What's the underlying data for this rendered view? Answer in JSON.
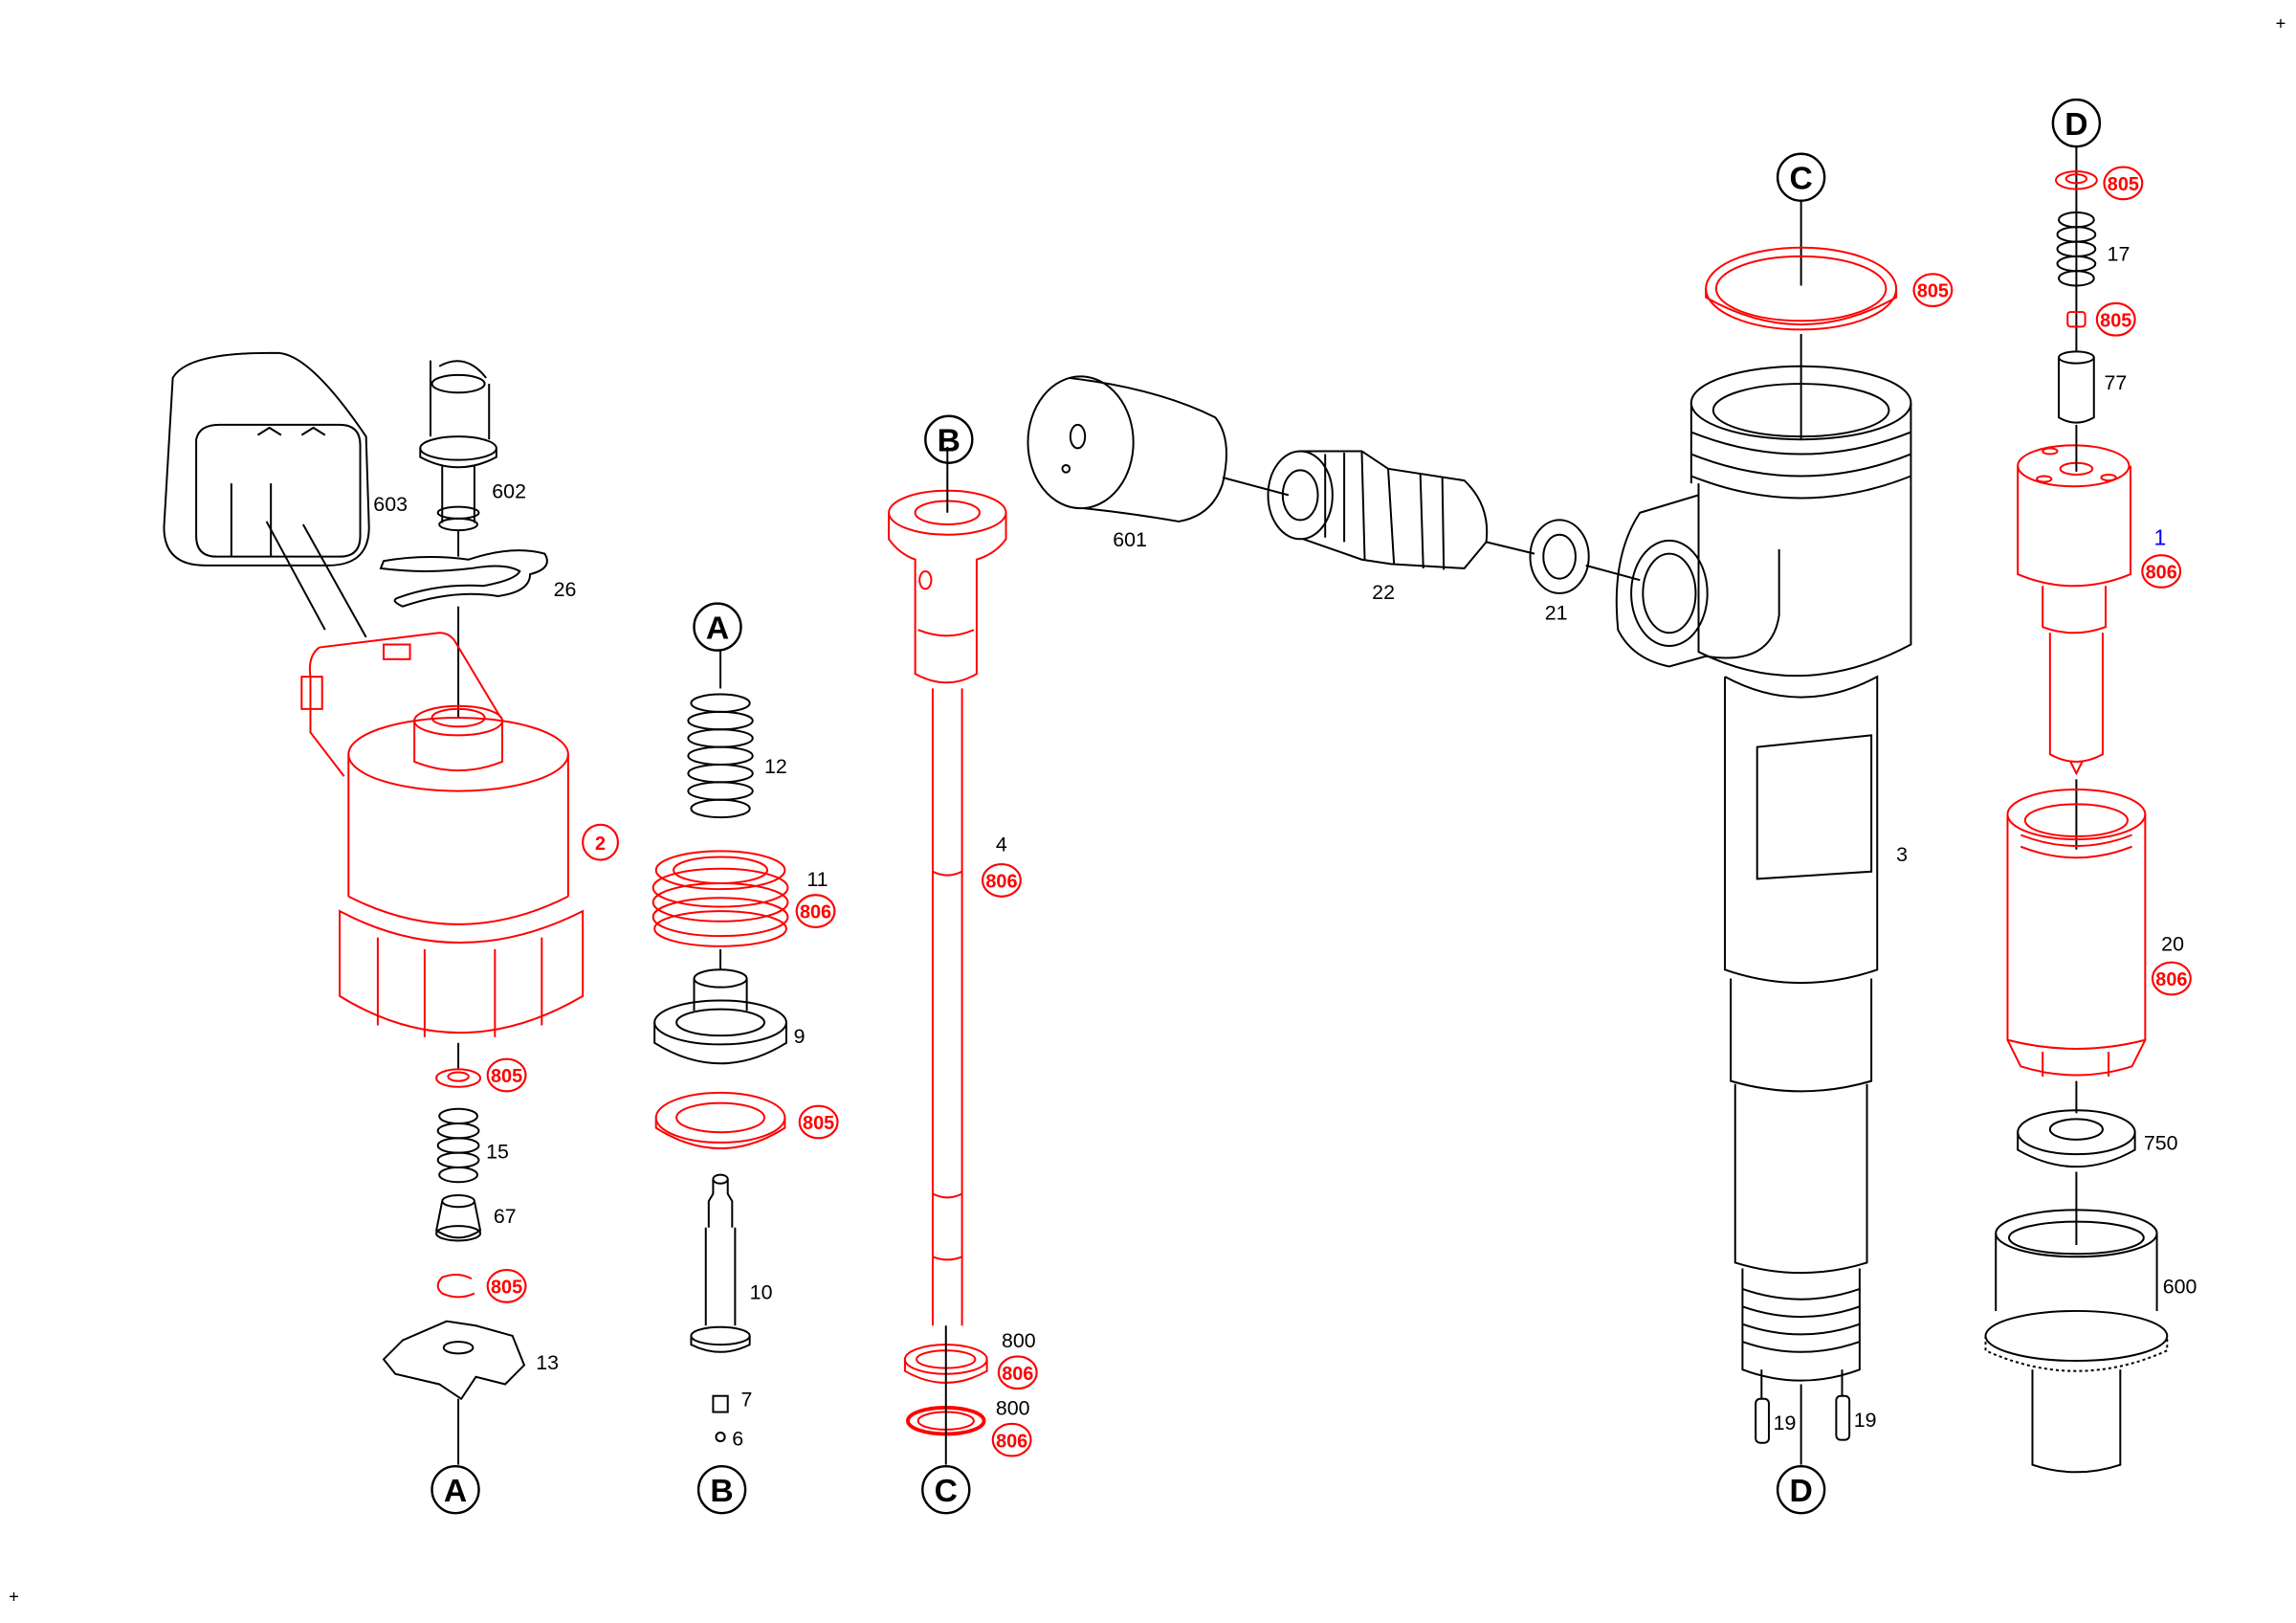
{
  "title": "Injector exploded parts diagram",
  "colors": {
    "line": "#000000",
    "highlight": "#ff0000",
    "note": "#0000ff"
  },
  "corner_marks": [
    "+",
    "+"
  ],
  "connectors": {
    "A": "A",
    "B": "B",
    "C": "C",
    "D": "D"
  },
  "part_numbers": {
    "p603": "603",
    "p602": "602",
    "p26": "26",
    "p15": "15",
    "p67": "67",
    "p13": "13",
    "p12": "12",
    "p11": "11",
    "p9": "9",
    "p10": "10",
    "p7": "7",
    "p6": "6",
    "p4": "4",
    "p800a": "800",
    "p800b": "800",
    "p601": "601",
    "p22": "22",
    "p21": "21",
    "p3": "3",
    "p19a": "19",
    "p19b": "19",
    "p17": "17",
    "p77": "77",
    "p1": "1",
    "p20": "20",
    "p750": "750",
    "p600": "600"
  },
  "callouts": {
    "c2": "2",
    "c805_solenoid": "805",
    "c805_clip": "805",
    "c806_11": "806",
    "c805_9": "805",
    "c806_4": "806",
    "c806_800a": "806",
    "c806_800b": "806",
    "c805_body": "805",
    "c805_top": "805",
    "c805_small": "805",
    "c806_1": "806",
    "c806_20": "806"
  }
}
